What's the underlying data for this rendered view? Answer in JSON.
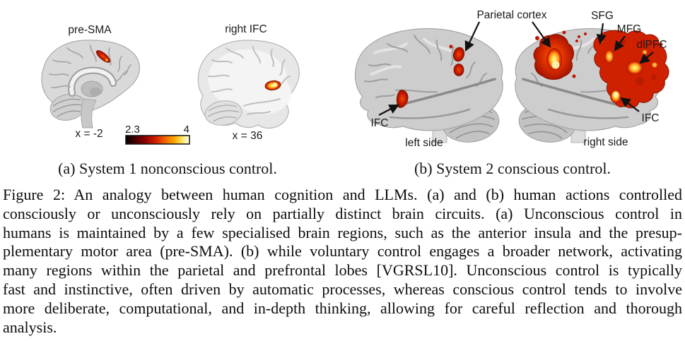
{
  "figure": {
    "panel_a": {
      "subcaption": "(a) System 1 nonconscious control.",
      "brain_presma": {
        "title": "pre-SMA",
        "coordinate": "x = -2"
      },
      "brain_rifc": {
        "title": "right IFC",
        "coordinate": "x = 36"
      },
      "colorbar": {
        "min_label": "2.3",
        "max_label": "4"
      }
    },
    "panel_b": {
      "subcaption": "(b) System 2 conscious control.",
      "label_parietal": "Parietal cortex",
      "label_sfg": "SFG",
      "label_mfg": "MFG",
      "label_dlpfc": "dlPFC",
      "label_ifc_left": "IFC",
      "label_ifc_right": "IFC",
      "label_left_side": "left side",
      "label_right_side": "right side"
    }
  },
  "caption": {
    "lines": [
      "Figure 2: An analogy between human cognition and LLMs. (a) and (b) human actions controlled",
      "consciously or unconsciously rely on partially distinct brain circuits. (a) Unconscious control in",
      "humans is maintained by a few specialised brain regions, such as the anterior insula and the presup-",
      "plementary motor area (pre-SMA). (b) while voluntary control engages a broader network, activating",
      "many regions within the parietal and prefrontal lobes [VGRSL10]. Unconscious control is typically",
      "fast and instinctive, often driven by automatic processes, whereas conscious control tends to involve",
      "more deliberate, computational, and in-depth thinking, allowing for careful reflection and thorough",
      "analysis."
    ]
  },
  "colors": {
    "activation_red": "#cf2000",
    "activation_orange": "#ff9a1e",
    "activation_yellow": "#ffdf4e",
    "colorbar_min": "#000000",
    "colorbar_max": "#fffdf4",
    "brain_grey": "#cdcdcd"
  }
}
